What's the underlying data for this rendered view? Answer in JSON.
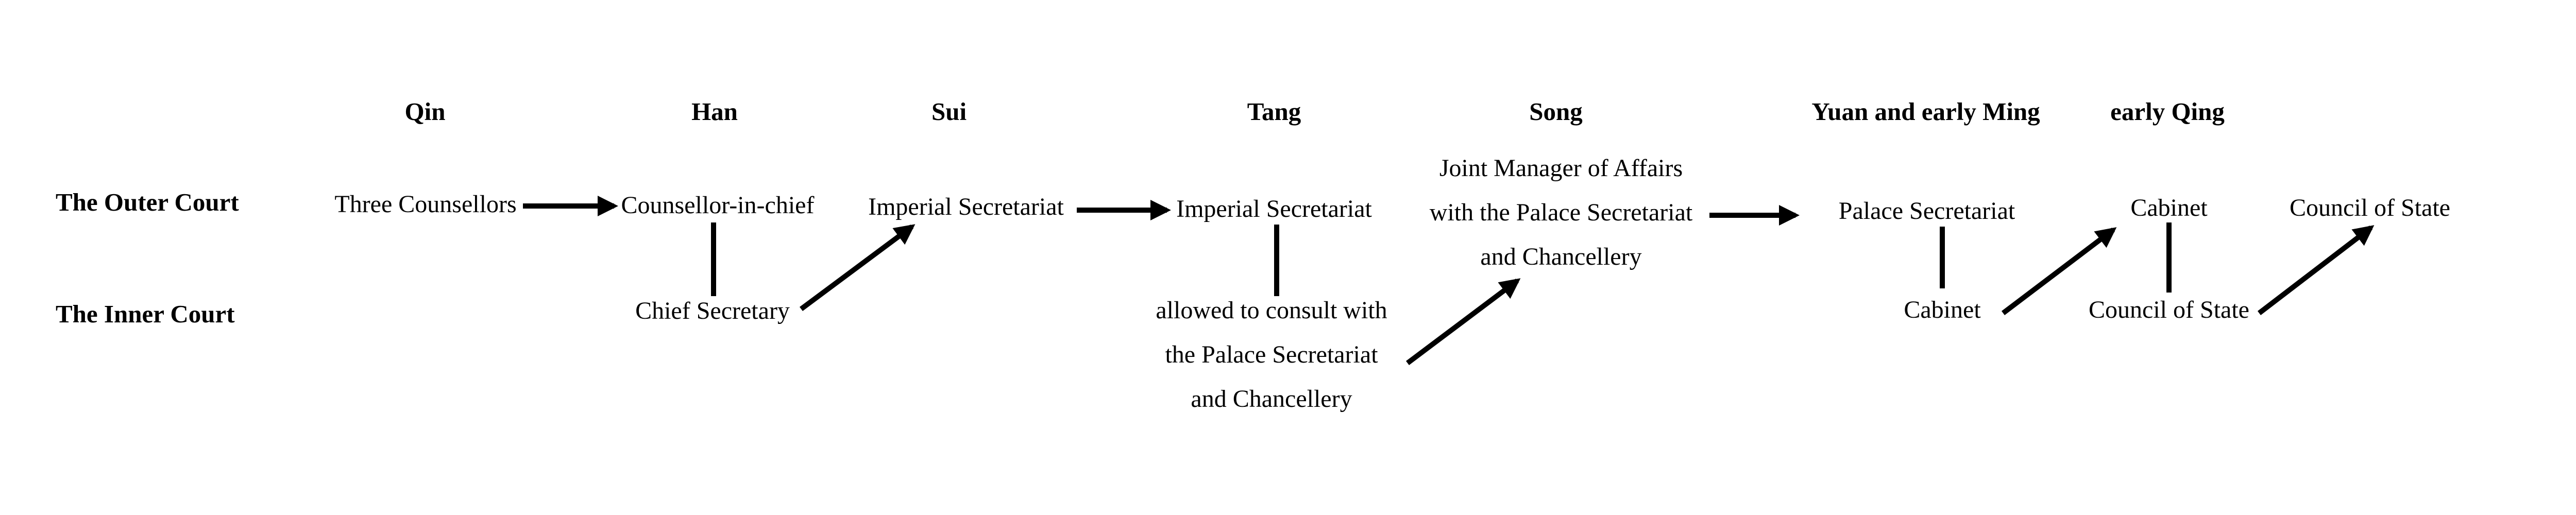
{
  "dynasties": [
    "Qin",
    "Han",
    "Sui",
    "Tang",
    "Song",
    "Yuan and early Ming",
    "early Qing"
  ],
  "rows": {
    "outer": "The Outer Court",
    "inner": "The Inner Court"
  },
  "outer_nodes": {
    "qin": "Three Counsellors",
    "han": "Counsellor-in-chief",
    "sui": "Imperial Secretariat",
    "tang": "Imperial Secretariat",
    "song": [
      "Joint Manager of Affairs",
      "with the Palace Secretariat",
      "and Chancellery"
    ],
    "yuan_ming": "Palace Secretariat",
    "qing_cabinet": "Cabinet",
    "qing_council": "Council of State"
  },
  "inner_nodes": {
    "han": "Chief Secretary",
    "tang": [
      "allowed to consult with",
      "the Palace Secretariat",
      "and Chancellery"
    ],
    "yuan_ming": "Cabinet",
    "qing": "Council of State"
  }
}
